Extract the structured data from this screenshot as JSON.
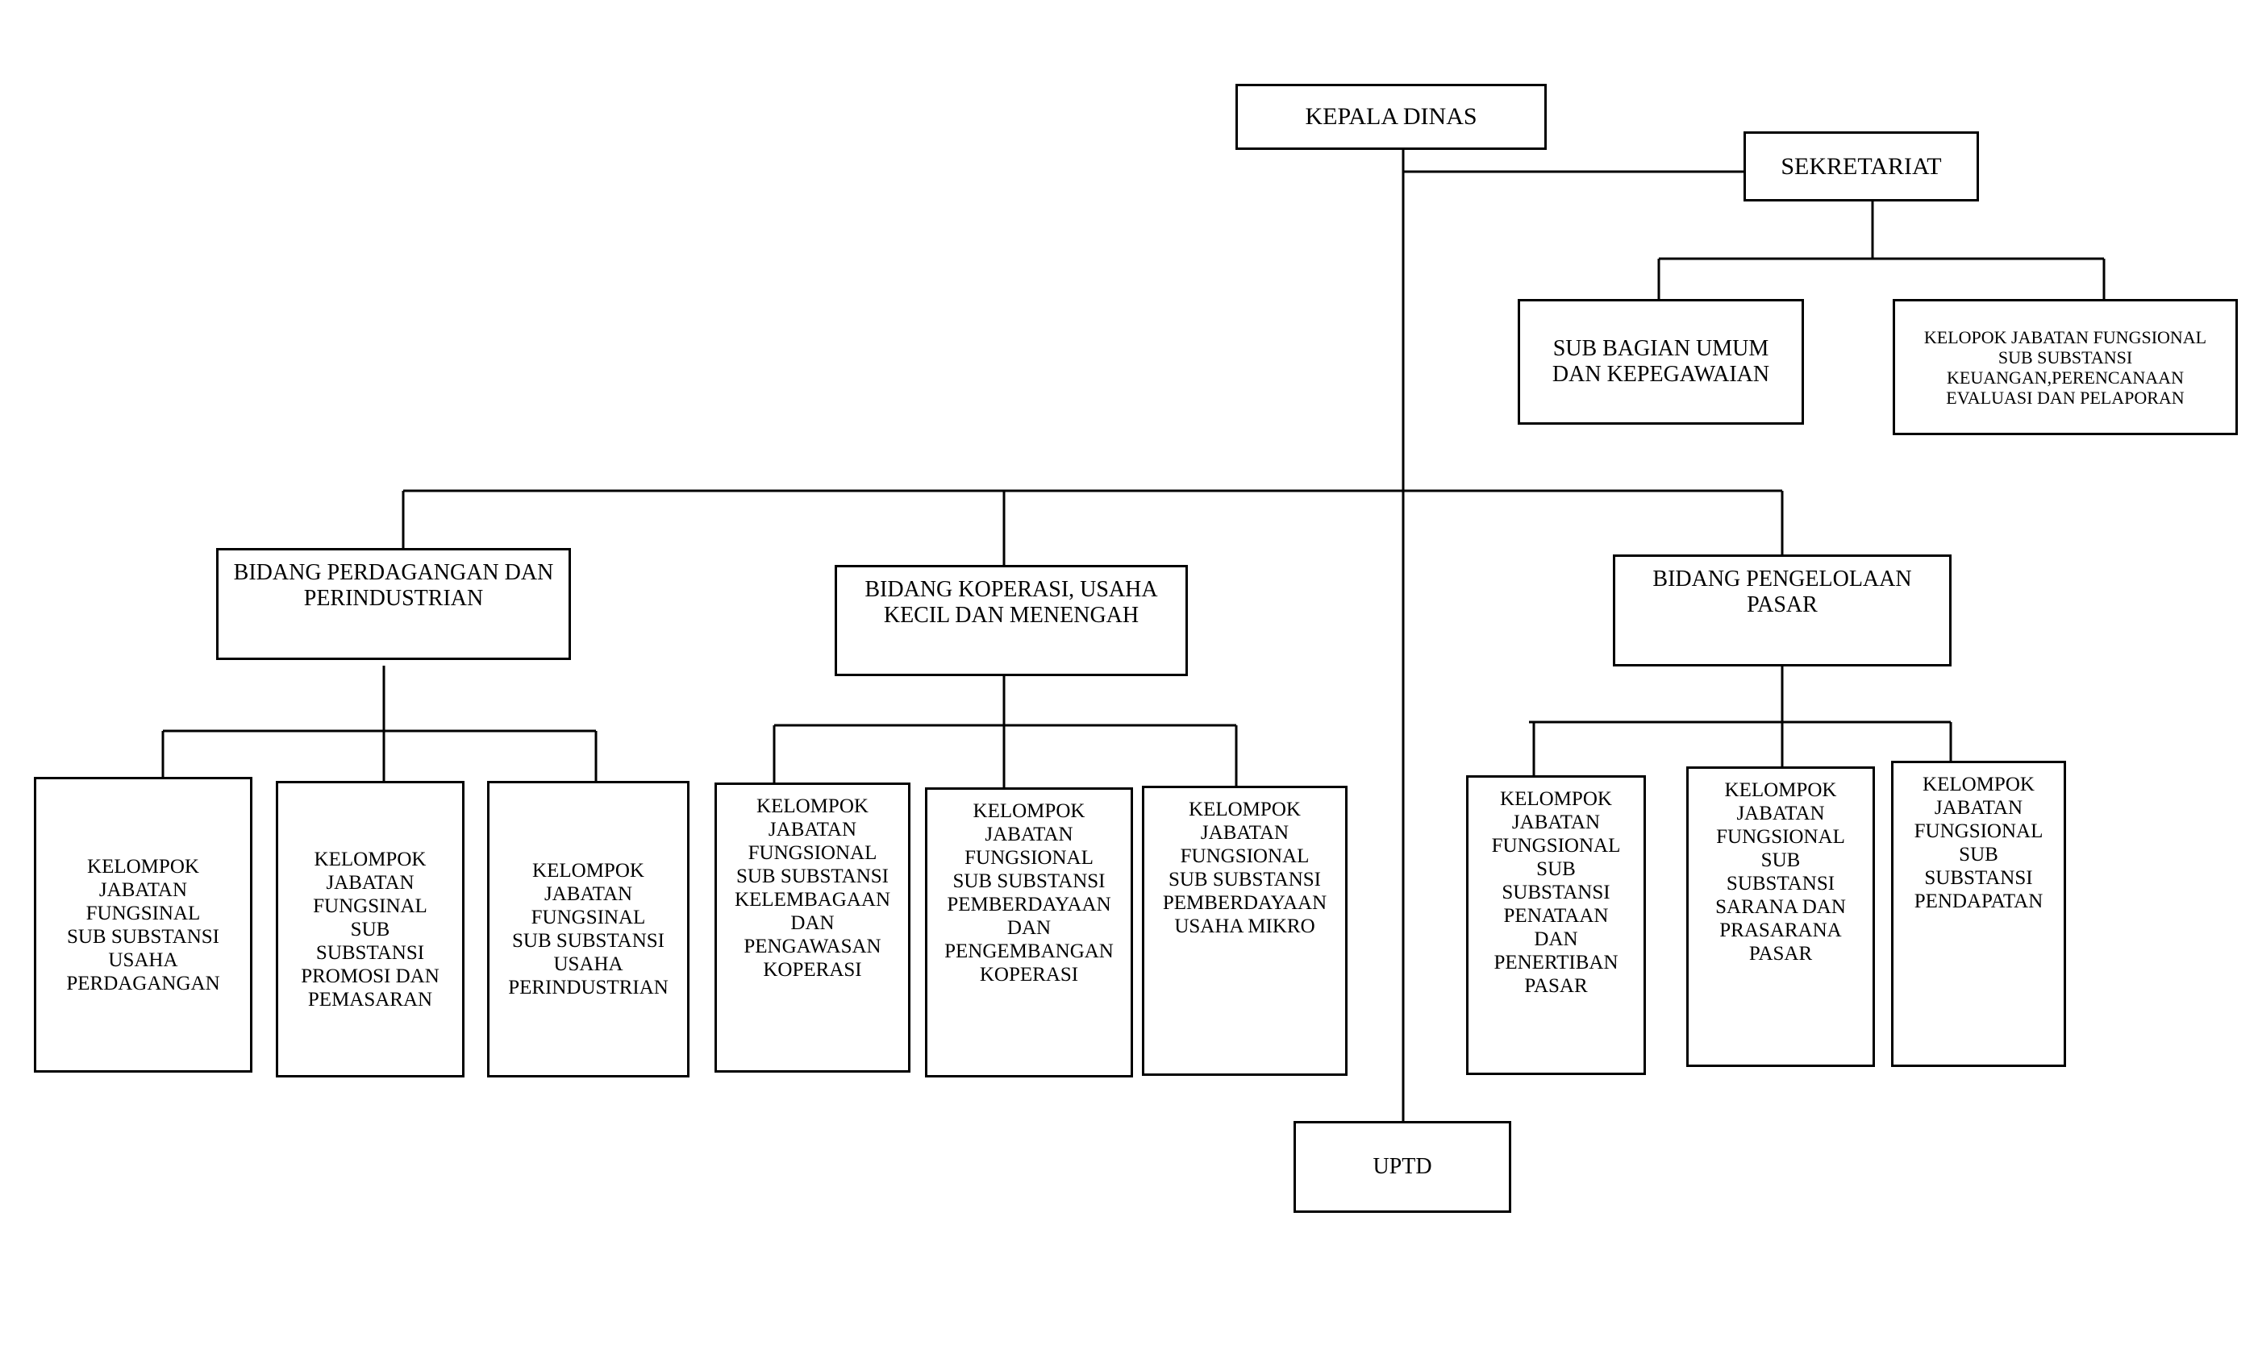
{
  "colors": {
    "line": "#000000",
    "box_border": "#000000",
    "background": "#ffffff"
  },
  "org": {
    "head": "KEPALA DINAS",
    "secretariat": {
      "title": "SEKRETARIAT",
      "units": [
        "SUB BAGIAN UMUM\nDAN KEPEGAWAIAN",
        "KELOPOK JABATAN FUNGSIONAL\nSUB SUBSTANSI\nKEUANGAN,PERENCANAAN\nEVALUASI DAN PELAPORAN"
      ]
    },
    "divisions": [
      {
        "title": "BIDANG PERDAGANGAN DAN\nPERINDUSTRIAN",
        "units": [
          "KELOMPOK\nJABATAN\nFUNGSINAL\nSUB SUBSTANSI\nUSAHA\nPERDAGANGAN",
          "KELOMPOK\nJABATAN\nFUNGSINAL\nSUB\nSUBSTANSI\nPROMOSI DAN\nPEMASARAN",
          "KELOMPOK\nJABATAN\nFUNGSINAL\nSUB SUBSTANSI\nUSAHA\nPERINDUSTRIAN"
        ]
      },
      {
        "title": "BIDANG KOPERASI, USAHA\nKECIL DAN MENENGAH",
        "units": [
          "KELOMPOK\nJABATAN\nFUNGSIONAL\nSUB SUBSTANSI\nKELEMBAGAAN\nDAN\nPENGAWASAN\nKOPERASI",
          "KELOMPOK\nJABATAN\nFUNGSIONAL\nSUB SUBSTANSI\nPEMBERDAYAAN\nDAN\nPENGEMBANGAN\nKOPERASI",
          "KELOMPOK\nJABATAN\nFUNGSIONAL\nSUB SUBSTANSI\nPEMBERDAYAAN\nUSAHA MIKRO"
        ]
      },
      {
        "title": "BIDANG PENGELOLAAN\nPASAR",
        "units": [
          "KELOMPOK\nJABATAN\nFUNGSIONAL\nSUB\nSUBSTANSI\nPENATAAN\nDAN\nPENERTIBAN\nPASAR",
          "KELOMPOK\nJABATAN\nFUNGSIONAL\nSUB\nSUBSTANSI\nSARANA DAN\nPRASARANA\nPASAR",
          "KELOMPOK\nJABATAN\nFUNGSIONAL\nSUB\nSUBSTANSI\nPENDAPATAN"
        ]
      }
    ],
    "uptd": "UPTD"
  }
}
